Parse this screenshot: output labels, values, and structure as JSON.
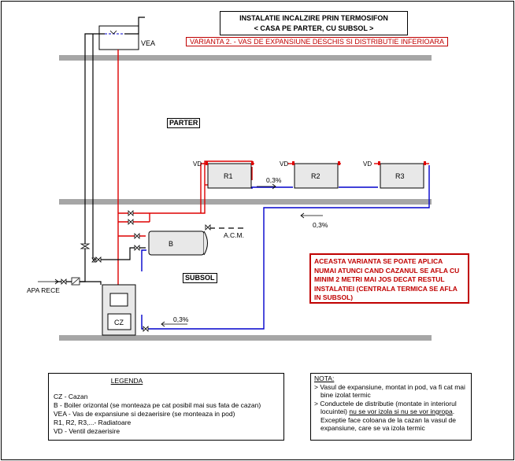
{
  "title": {
    "line1": "INSTALATIE INCALZIRE PRIN TERMOSIFON",
    "line2": "< CASA PE PARTER, CU SUBSOL >"
  },
  "variant": "VARIANTA 2. - VAS DE EXPANSIUNE DESCHIS SI DISTRIBUTIE INFERIOARA",
  "labels": {
    "vea": "VEA",
    "parter": "PARTER",
    "subsol": "SUBSOL",
    "vd": "VD",
    "r1": "R1",
    "r2": "R2",
    "r3": "R3",
    "b": "B",
    "cz": "CZ",
    "acm": "A.C.M.",
    "apa_rece": "APA RECE",
    "slope": "0,3%"
  },
  "warning": "ACEASTA VARIANTA SE POATE APLICA NUMAI ATUNCI CAND CAZANUL SE AFLA CU MINIM 2 METRI MAI JOS DECAT RESTUL INSTALATIEI (CENTRALA TERMICA SE AFLA IN SUBSOL)",
  "legend": {
    "title": "LEGENDA",
    "items": [
      "CZ - Cazan",
      "B - Boiler orizontal (se monteaza pe cat posibil mai sus fata de cazan)",
      "VEA - Vas de expansiune si dezaerisire (se monteaza in pod)",
      "R1, R2, R3,...- Radiatoare",
      "VD - Ventil dezaerisire"
    ]
  },
  "note": {
    "title": "NOTA:",
    "item1": "> Vasul de expansiune, montat in pod, va fi cat mai bine izolat termic",
    "item2_a": "> Conductele de distributie (montate in interiorul locuintei) ",
    "item2_b": "nu se vor izola si nu se vor ingropa",
    "item2_c": ". Exceptie face coloana de la cazan la vasul de expansiune, care se va izola termic"
  },
  "colors": {
    "supply": "#dd0000",
    "return": "#0000cc",
    "cold": "#000000",
    "floor": "#a6a6a6",
    "warning": "#c00000"
  }
}
